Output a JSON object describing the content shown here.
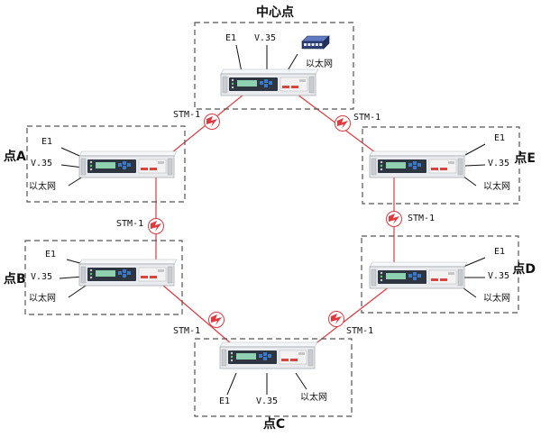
{
  "colors": {
    "ring_link": "#e0393e",
    "dashed_box": "#555555",
    "device_body": "#e9ebee",
    "device_panel": "#2c3540",
    "device_lcd": "#8fd0b0",
    "device_button": "#3a78c8",
    "device_port": "#d8453f",
    "switch_body": "#2d3f72"
  },
  "icons": {
    "device": "sdh-mux-rack-unit-icon",
    "link_marker": "red-lightning-bolt-icon",
    "switch": "ethernet-switch-icon"
  },
  "nodes": [
    {
      "id": "center",
      "title": "中心点",
      "ports": [
        "E1",
        "V.35",
        "以太网"
      ]
    },
    {
      "id": "a",
      "title": "点A",
      "ports": [
        "E1",
        "V.35",
        "以太网"
      ]
    },
    {
      "id": "b",
      "title": "点B",
      "ports": [
        "E1",
        "V.35",
        "以太网"
      ]
    },
    {
      "id": "c",
      "title": "点C",
      "ports": [
        "E1",
        "V.35",
        "以太网"
      ]
    },
    {
      "id": "d",
      "title": "点D",
      "ports": [
        "E1",
        "V.35",
        "以太网"
      ]
    },
    {
      "id": "e",
      "title": "点E",
      "ports": [
        "E1",
        "V.35",
        "以太网"
      ]
    }
  ],
  "links": [
    {
      "from": "center",
      "to": "a",
      "label": "STM-1"
    },
    {
      "from": "center",
      "to": "e",
      "label": "STM-1"
    },
    {
      "from": "a",
      "to": "b",
      "label": "STM-1"
    },
    {
      "from": "e",
      "to": "d",
      "label": "STM-1"
    },
    {
      "from": "b",
      "to": "c",
      "label": "STM-1"
    },
    {
      "from": "d",
      "to": "c",
      "label": "STM-1"
    }
  ]
}
